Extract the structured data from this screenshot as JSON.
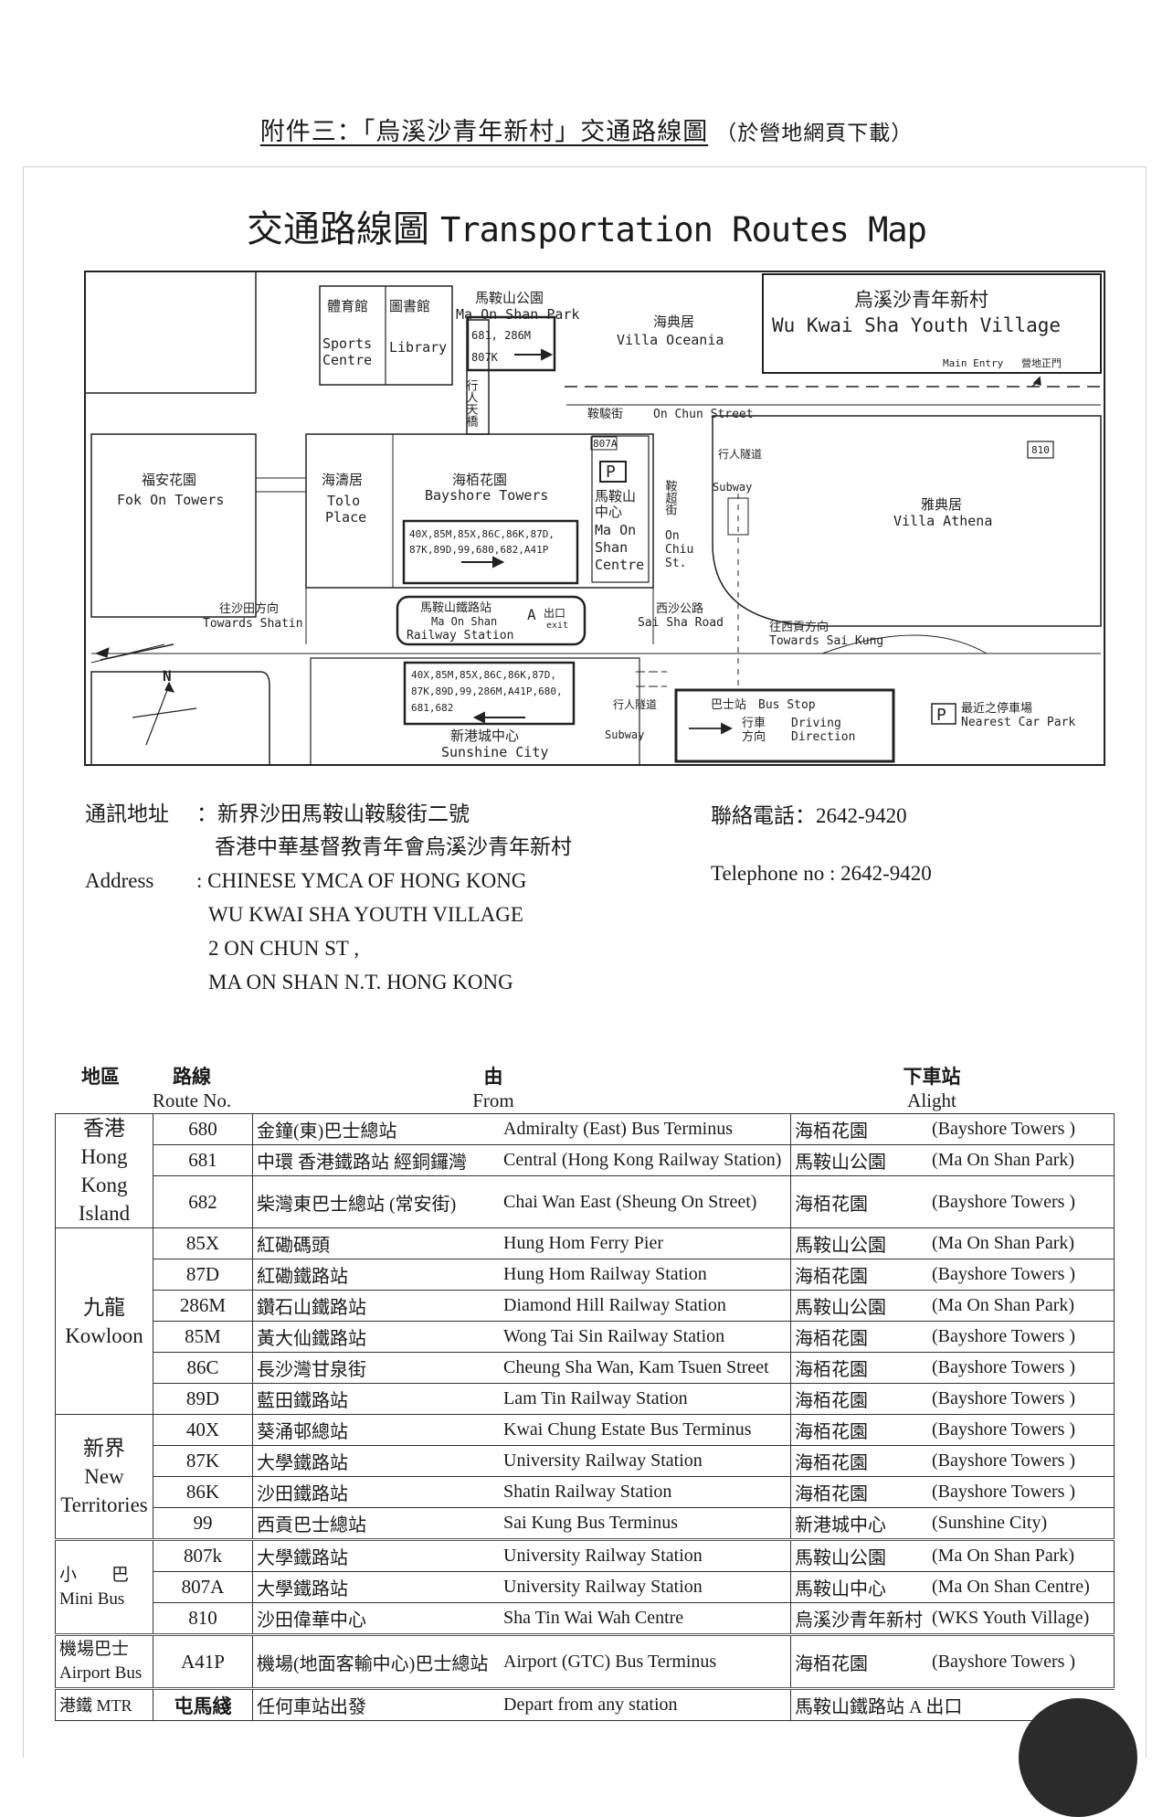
{
  "heading": {
    "main": "附件三：「烏溪沙青年新村」交通路線圖",
    "note": "（於營地網頁下載）"
  },
  "map": {
    "title_zh": "交通路線圖",
    "title_en": "Transportation Routes Map",
    "labels": {
      "sports_zh": "體育館",
      "library_zh": "圖書館",
      "sports_en": "Sports\nCentre",
      "library_en": "Library",
      "park_zh": "馬鞍山公園",
      "park_en": "Ma On Shan Park",
      "bus_681_286m": "681, 286M",
      "bus_807k": "807K",
      "footbridge": "行人天橋",
      "oceania_zh": "海典居",
      "oceania_en": "Villa Oceania",
      "village_zh": "烏溪沙青年新村",
      "village_en": "Wu Kwai Sha Youth Village",
      "main_entry": "Main Entry",
      "main_entry_zh": "營地正門",
      "on_chun_zh": "鞍駿街",
      "on_chun_en": "On Chun Street",
      "fok_on_zh": "福安花園",
      "fok_on_en": "Fok On Towers",
      "tolo_zh": "海濤居",
      "tolo_en1": "Tolo",
      "tolo_en2": "Place",
      "bayshore_zh": "海栢花園",
      "bayshore_en": "Bayshore Towers",
      "routes_a1": "40X,85M,85X,86C,86K,87D,",
      "routes_a2": "87K,89D,99,680,682,A41P",
      "bus_807a": "807A",
      "mos_centre_zh1": "馬鞍山",
      "mos_centre_zh2": "中心",
      "mos_centre_en1": "Ma On",
      "mos_centre_en2": "Shan",
      "mos_centre_en3": "Centre",
      "on_chiu_zh": "鞍超街",
      "on_chiu_en1": "On",
      "on_chiu_en2": "Chiu",
      "on_chiu_en3": "St.",
      "subway_zh": "行人隧道",
      "subway_en": "Subway",
      "bus_810": "810",
      "athena_zh": "雅典居",
      "athena_en": "Villa Athena",
      "towards_shatin_zh": "往沙田方向",
      "towards_shatin_en": "Towards Shatin",
      "mos_station_zh": "馬鞍山鐵路站",
      "mos_station_en1": "Ma On Shan",
      "mos_station_en2": "Railway Station",
      "exit_a": "A",
      "exit_zh": "出口",
      "exit_en": "exit",
      "sai_sha_zh": "西沙公路",
      "sai_sha_en": "Sai Sha Road",
      "towards_sai_kung_zh": "往西貢方向",
      "towards_sai_kung_en": "Towards Sai Kung",
      "north": "N",
      "routes_b1": "40X,85M,85X,86C,86K,87D,",
      "routes_b2": "87K,89D,99,286M,A41P,680,",
      "routes_b3": "681,682",
      "subway2_zh": "行人隧道",
      "subway2_en": "Subway",
      "sunshine_zh": "新港城中心",
      "sunshine_en": "Sunshine City",
      "bus_stop_zh": "巴士站",
      "bus_stop_en": "Bus Stop",
      "driving_zh1": "行車",
      "driving_zh2": "方向",
      "driving_en1": "Driving",
      "driving_en2": "Direction",
      "parking_p": "P",
      "car_park_zh": "最近之停車場",
      "car_park_en": "Nearest Car Park"
    }
  },
  "contact": {
    "addr_label_zh": "通訊地址",
    "addr_zh1": "：新界沙田馬鞍山鞍駿街二號",
    "addr_zh2": "香港中華基督教青年會烏溪沙青年新村",
    "addr_label_en": "Address",
    "addr_en1": ": CHINESE YMCA OF HONG KONG",
    "addr_en2": "WU KWAI SHA YOUTH VILLAGE",
    "addr_en3": "2 ON CHUN ST ,",
    "addr_en4": "MA ON SHAN N.T. HONG KONG",
    "tel_zh": "聯絡電話：2642-9420",
    "tel_en": "Telephone no : 2642-9420"
  },
  "table": {
    "headers": {
      "region": "地區",
      "route_zh": "路線",
      "route_en": "Route No.",
      "from_zh": "由",
      "from_en": "From",
      "alight_zh": "下車站",
      "alight_en": "Alight"
    },
    "rows": [
      {
        "route": "680",
        "from_zh": "金鐘(東)巴士總站",
        "from_en": "Admiralty (East) Bus Terminus",
        "al_zh": "海栢花園",
        "al_en": "(Bayshore Towers )"
      },
      {
        "route": "681",
        "from_zh": "中環 香港鐵路站 經銅鑼灣",
        "from_en": "Central (Hong Kong Railway Station)",
        "al_zh": "馬鞍山公園",
        "al_en": "(Ma On Shan Park)"
      },
      {
        "route": "682",
        "from_zh": "柴灣東巴士總站 (常安街)",
        "from_en": "Chai Wan East (Sheung On Street)",
        "al_zh": "海栢花園",
        "al_en": "(Bayshore Towers )"
      },
      {
        "route": "85X",
        "from_zh": "紅磡碼頭",
        "from_en": "Hung Hom Ferry Pier",
        "al_zh": "馬鞍山公園",
        "al_en": "(Ma On Shan Park)"
      },
      {
        "route": "87D",
        "from_zh": "紅磡鐵路站",
        "from_en": "Hung Hom Railway Station",
        "al_zh": "海栢花園",
        "al_en": "(Bayshore Towers )"
      },
      {
        "route": "286M",
        "from_zh": "鑽石山鐵路站",
        "from_en": "Diamond Hill Railway Station",
        "al_zh": "馬鞍山公園",
        "al_en": "(Ma On Shan Park)"
      },
      {
        "route": "85M",
        "from_zh": "黃大仙鐵路站",
        "from_en": "Wong Tai Sin Railway Station",
        "al_zh": "海栢花園",
        "al_en": "(Bayshore Towers )"
      },
      {
        "route": "86C",
        "from_zh": "長沙灣甘泉街",
        "from_en": "Cheung Sha Wan, Kam Tsuen Street",
        "al_zh": "海栢花園",
        "al_en": "(Bayshore Towers )"
      },
      {
        "route": "89D",
        "from_zh": "藍田鐵路站",
        "from_en": "Lam Tin Railway Station",
        "al_zh": "海栢花園",
        "al_en": "(Bayshore Towers )"
      },
      {
        "route": "40X",
        "from_zh": "葵涌邨總站",
        "from_en": "Kwai Chung Estate Bus Terminus",
        "al_zh": "海栢花園",
        "al_en": "(Bayshore Towers )"
      },
      {
        "route": "87K",
        "from_zh": "大學鐵路站",
        "from_en": "University Railway Station",
        "al_zh": "海栢花園",
        "al_en": "(Bayshore Towers )"
      },
      {
        "route": "86K",
        "from_zh": "沙田鐵路站",
        "from_en": "Shatin Railway Station",
        "al_zh": "海栢花園",
        "al_en": "(Bayshore Towers )"
      },
      {
        "route": "99",
        "from_zh": "西貢巴士總站",
        "from_en": "Sai Kung Bus Terminus",
        "al_zh": "新港城中心",
        "al_en": "(Sunshine City)"
      },
      {
        "route": "807k",
        "from_zh": "大學鐵路站",
        "from_en": "University Railway Station",
        "al_zh": "馬鞍山公園",
        "al_en": "(Ma On Shan Park)"
      },
      {
        "route": "807A",
        "from_zh": "大學鐵路站",
        "from_en": "University Railway Station",
        "al_zh": "馬鞍山中心",
        "al_en": "(Ma On Shan Centre)"
      },
      {
        "route": "810",
        "from_zh": "沙田偉華中心",
        "from_en": "Sha Tin Wai Wah Centre",
        "al_zh": "烏溪沙青年新村",
        "al_en": "(WKS Youth Village)"
      },
      {
        "route": "A41P",
        "from_zh": "機場(地面客輸中心)巴士總站",
        "from_en": "Airport (GTC) Bus Terminus",
        "al_zh": "海栢花園",
        "al_en": "(Bayshore Towers )"
      },
      {
        "route": "屯馬綫",
        "from_zh": "任何車站出發",
        "from_en": "Depart from any station",
        "al_zh": "馬鞍山鐵路站 A 出口",
        "al_en": ""
      }
    ],
    "regions": {
      "hk_zh": "香港",
      "hk_en": "Hong Kong Island",
      "kln_zh": "九龍",
      "kln_en": "Kowloon",
      "nt_zh": "新界",
      "nt_en": "New Territories",
      "minibus_zh": "小　　巴",
      "minibus_en": "Mini Bus",
      "airport_zh": "機場巴士",
      "airport_en": "Airport Bus",
      "mtr": "港鐵 MTR"
    }
  }
}
